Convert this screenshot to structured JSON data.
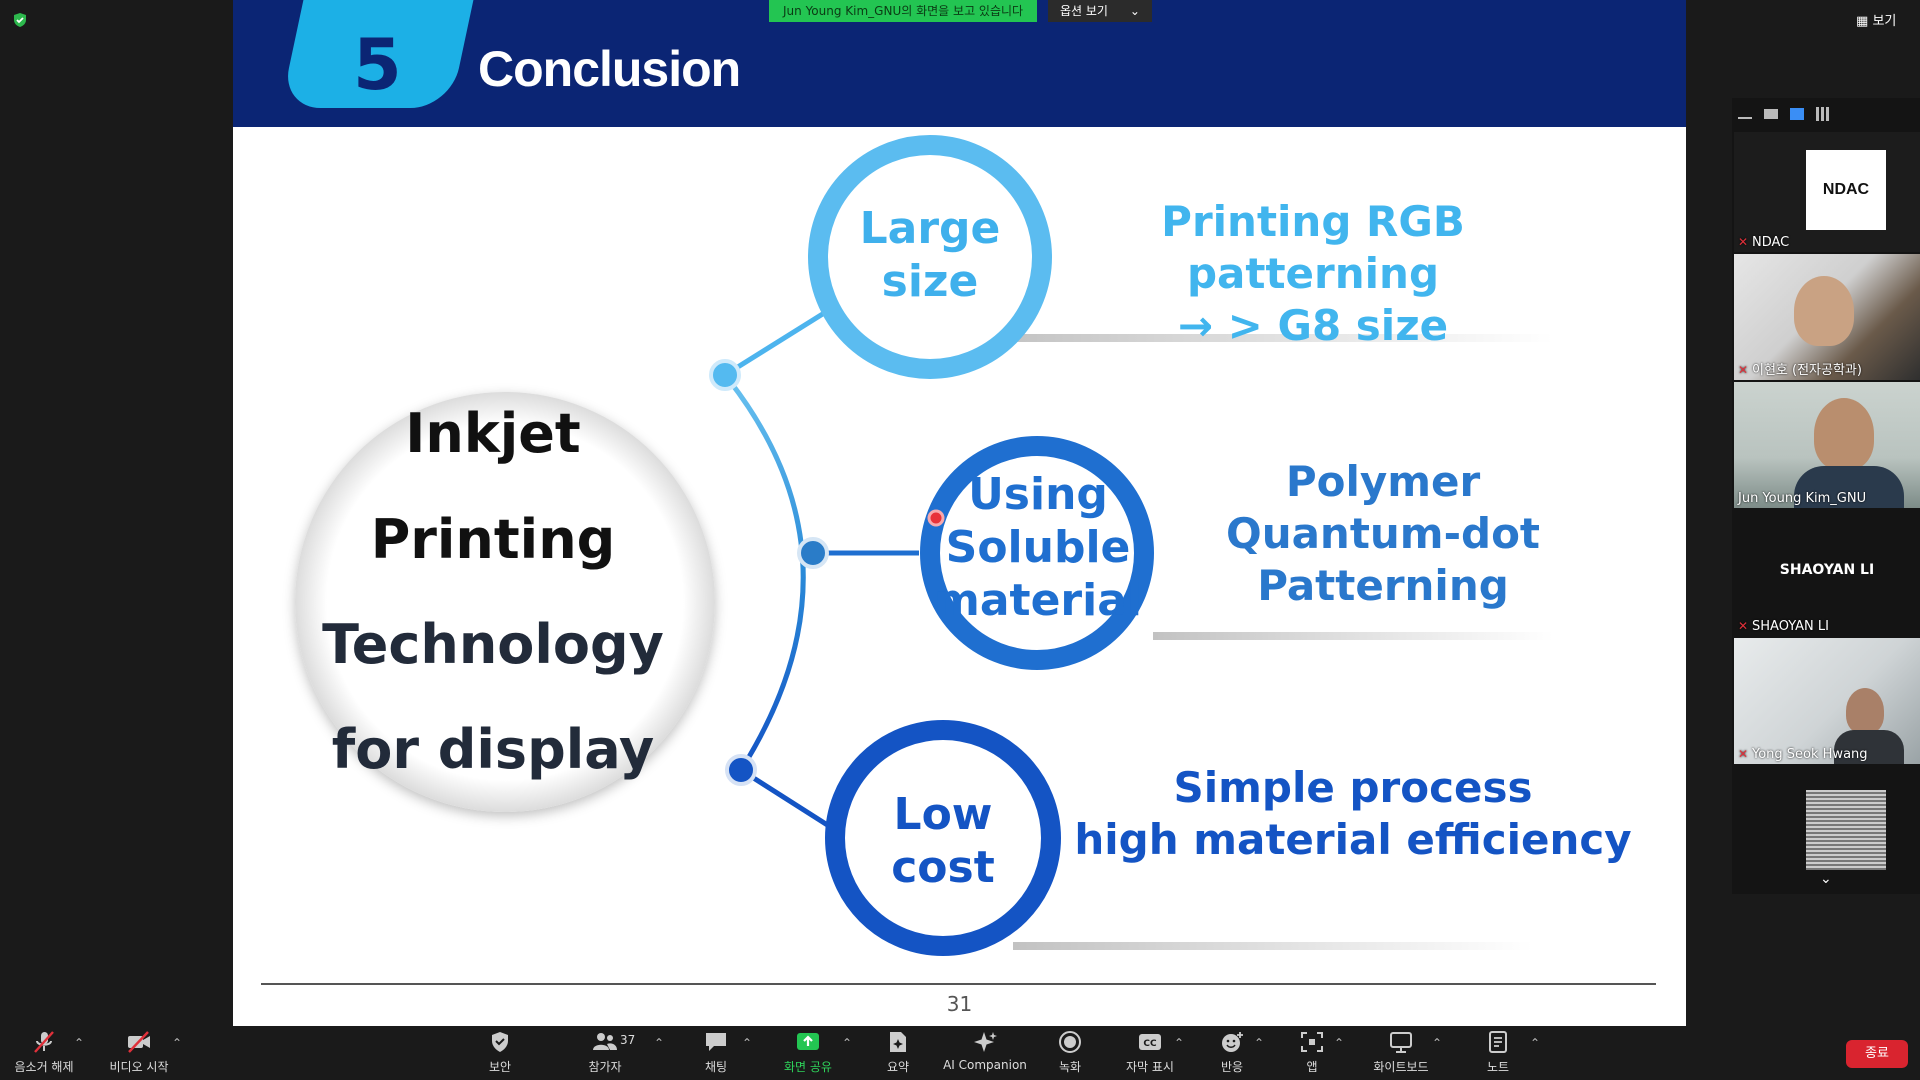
{
  "share_banner": {
    "text": "Jun Young Kim_GNU의 화면을 보고 있습니다",
    "options_label": "옵션 보기"
  },
  "view_button": "보기",
  "slide": {
    "number": "5",
    "title": "Conclusion",
    "page_number": "31",
    "center": {
      "lines": [
        "Inkjet",
        "Printing",
        "Technology",
        "for display"
      ]
    },
    "nodes": [
      {
        "label_lines": [
          "Large",
          "size"
        ],
        "desc_lines": [
          "Printing RGB patterning",
          "→ > G8 size"
        ]
      },
      {
        "label_lines": [
          "Using",
          "Soluble",
          "material"
        ],
        "desc_lines": [
          "Polymer",
          "Quantum-dot",
          "Patterning"
        ]
      },
      {
        "label_lines": [
          "Low",
          "cost"
        ],
        "desc_lines": [
          "Simple process",
          "high material efficiency"
        ]
      }
    ],
    "colors": {
      "header": "#0b2574",
      "tab": "#1cb0e6",
      "node1": "#4db4ee",
      "node2": "#1f6fd0",
      "node3": "#1454c4"
    }
  },
  "participants": [
    {
      "name": "NDAC",
      "type": "logo",
      "logo_text": "NDAC",
      "muted": true
    },
    {
      "name": "이현호 (전자공학과)",
      "type": "video",
      "muted": true
    },
    {
      "name": "Jun Young Kim_GNU",
      "type": "video",
      "muted": false
    },
    {
      "name": "SHAOYAN LI",
      "type": "name-only",
      "display": "SHAOYAN LI",
      "muted": true
    },
    {
      "name": "Yong Seok Hwang",
      "type": "video",
      "muted": true
    }
  ],
  "toolbar": {
    "items": [
      {
        "label": "음소거 해제",
        "icon": "mic-off-icon"
      },
      {
        "label": "비디오 시작",
        "icon": "video-off-icon"
      },
      {
        "label": "보안",
        "icon": "shield-icon"
      },
      {
        "label": "참가자",
        "icon": "participants-icon",
        "badge": "37"
      },
      {
        "label": "채팅",
        "icon": "chat-icon"
      },
      {
        "label": "화면 공유",
        "icon": "share-screen-icon"
      },
      {
        "label": "요약",
        "icon": "summary-icon"
      },
      {
        "label": "AI Companion",
        "icon": "ai-companion-icon"
      },
      {
        "label": "녹화",
        "icon": "record-icon"
      },
      {
        "label": "자막 표시",
        "icon": "cc-icon"
      },
      {
        "label": "반응",
        "icon": "reaction-icon"
      },
      {
        "label": "앱",
        "icon": "apps-icon"
      },
      {
        "label": "화이트보드",
        "icon": "whiteboard-icon"
      },
      {
        "label": "노트",
        "icon": "notes-icon"
      }
    ],
    "end_label": "종료"
  }
}
